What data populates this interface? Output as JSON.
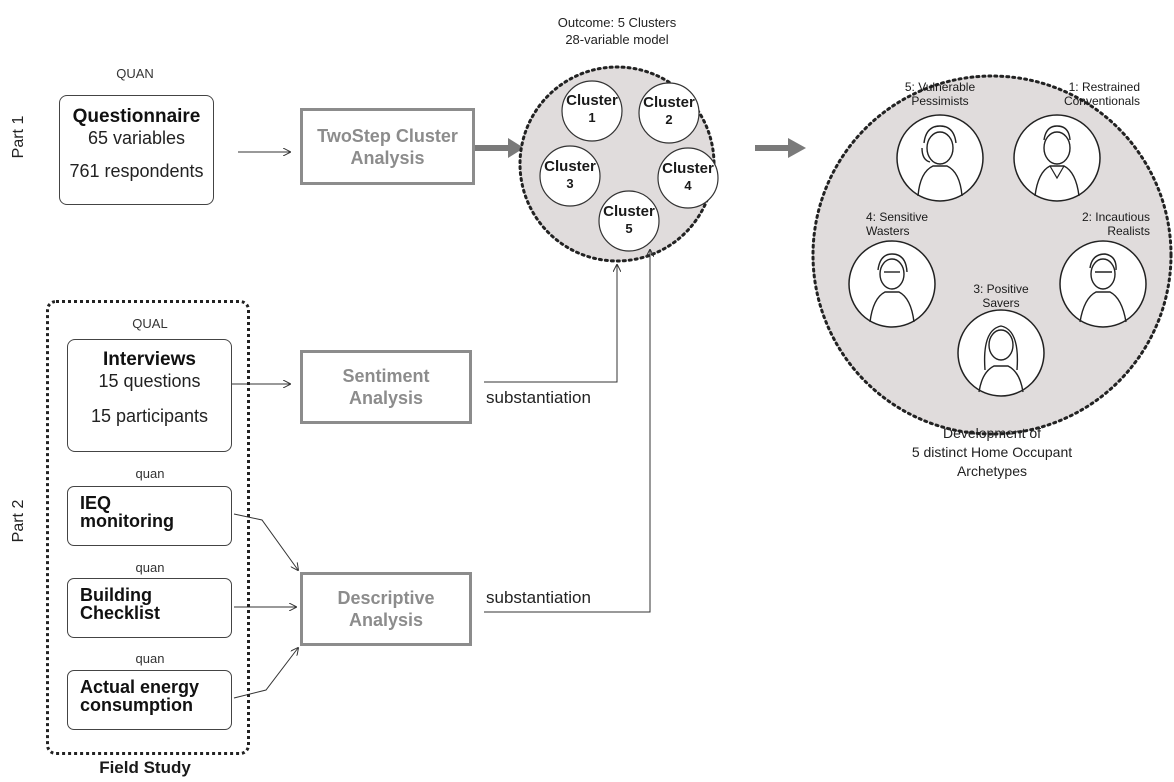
{
  "part1": {
    "label": "Part 1",
    "quan_label": "QUAN",
    "questionnaire": {
      "title": "Questionnaire",
      "line1": "65 variables",
      "line2": "761 respondents"
    },
    "twostep": {
      "line1": "TwoStep Cluster",
      "line2": "Analysis"
    }
  },
  "outcome": {
    "line1": "Outcome: 5 Clusters",
    "line2": "28-variable model",
    "clusters": [
      {
        "label": "Cluster",
        "num": "1"
      },
      {
        "label": "Cluster",
        "num": "2"
      },
      {
        "label": "Cluster",
        "num": "3"
      },
      {
        "label": "Cluster",
        "num": "4"
      },
      {
        "label": "Cluster",
        "num": "5"
      }
    ]
  },
  "archetypes": {
    "items": [
      {
        "line1": "5: Vulnerable",
        "line2": "Pessimists"
      },
      {
        "line1": "1: Restrained",
        "line2": "Conventionals"
      },
      {
        "line1": "4: Sensitive",
        "line2": "Wasters"
      },
      {
        "line1": "2: Incautious",
        "line2": "Realists"
      },
      {
        "line1": "3: Positive",
        "line2": "Savers"
      }
    ],
    "caption": {
      "line1": "Development of",
      "line2": "5 distinct Home Occupant",
      "line3": "Archetypes"
    }
  },
  "part2": {
    "label": "Part 2",
    "qual_label": "QUAL",
    "interviews": {
      "title": "Interviews",
      "line1": "15 questions",
      "line2": "15 participants"
    },
    "quan1": "quan",
    "ieq": {
      "line1": "IEQ",
      "line2": "monitoring"
    },
    "quan2": "quan",
    "building": {
      "line1": "Building",
      "line2": "Checklist"
    },
    "quan3": "quan",
    "energy": {
      "line1": "Actual energy",
      "line2": "consumption"
    },
    "field_study": "Field Study",
    "sentiment": {
      "line1": "Sentiment",
      "line2": "Analysis"
    },
    "descriptive": {
      "line1": "Descriptive",
      "line2": "Analysis"
    },
    "substantiation1": "substantiation",
    "substantiation2": "substantiation"
  },
  "colors": {
    "circle_fill": "#e0dcdc",
    "gray_box": "#8c8c8c",
    "arrow_gray": "#7a7a7a"
  }
}
